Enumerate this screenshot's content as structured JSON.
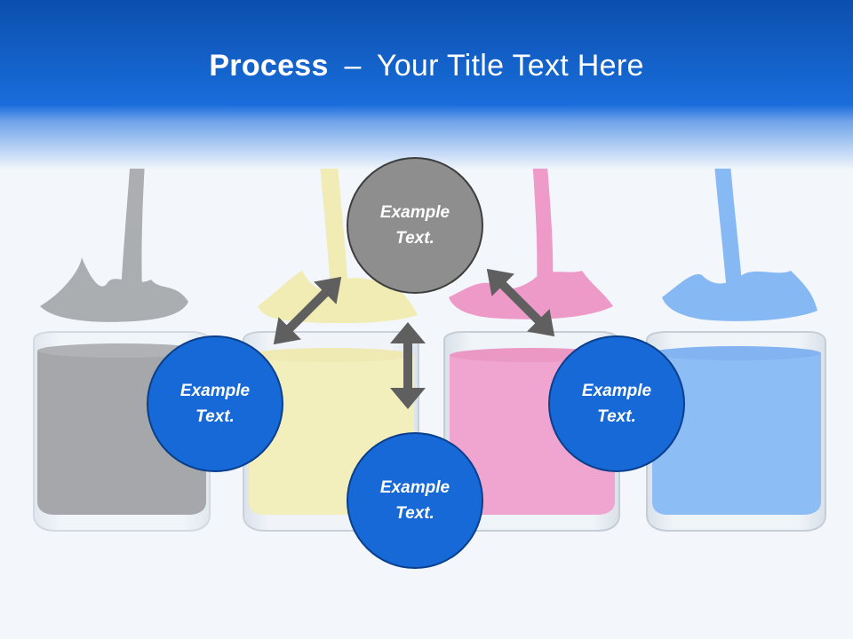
{
  "title": {
    "bold": "Process",
    "separator": "–",
    "rest": "Your Title Text Here"
  },
  "nodes": {
    "top": "Example Text.",
    "left": "Example Text.",
    "bottom": "Example Text.",
    "right": "Example Text."
  },
  "colors": {
    "header": "#1565cf",
    "node_blue": "#1669d6",
    "node_gray": "#8e8e8e",
    "arrow": "#5f5f5f",
    "paint": [
      "#6e6e6e",
      "#efe47a",
      "#ec5ea8",
      "#3f8fef"
    ]
  }
}
